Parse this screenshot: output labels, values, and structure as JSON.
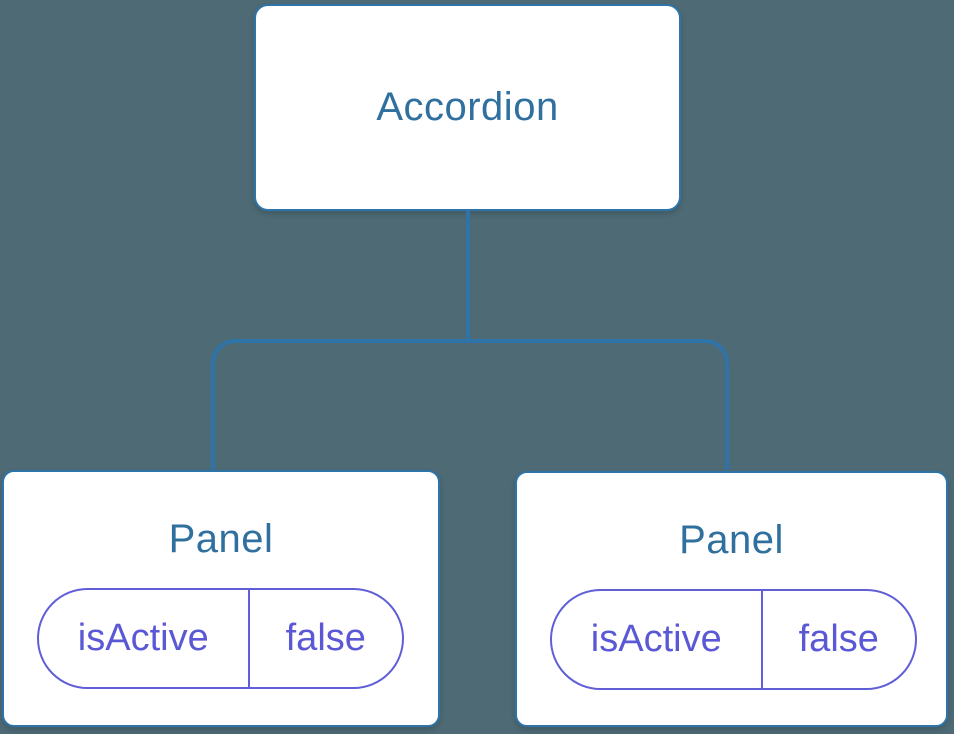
{
  "diagram": {
    "type": "component-tree",
    "root": {
      "label": "Accordion"
    },
    "panels": [
      {
        "title": "Panel",
        "state": {
          "key": "isActive",
          "value": "false"
        }
      },
      {
        "title": "Panel",
        "state": {
          "key": "isActive",
          "value": "false"
        }
      }
    ],
    "colors": {
      "background": "#4d6a75",
      "connector": "#2e74a8",
      "node_border": "#2e74a8",
      "node_bg": "#ffffff",
      "node_text": "#30709f",
      "state_border": "#615fd8",
      "state_text": "#5b58d5"
    }
  }
}
